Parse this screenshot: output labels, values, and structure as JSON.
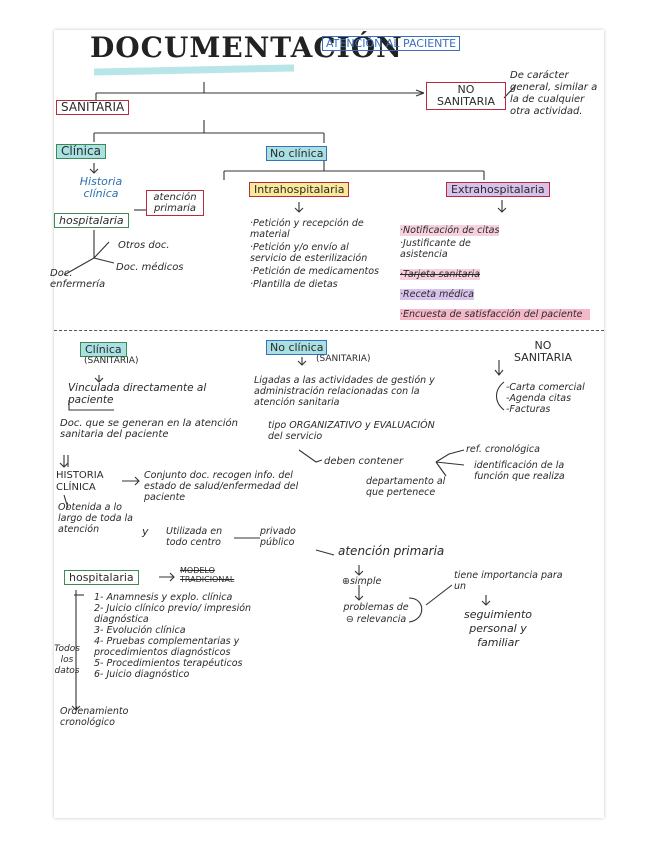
{
  "title": "DOCUMENTACIÓN",
  "subtitle": "ATENCIÓN AL PACIENTE",
  "top": {
    "sanitaria": "SANITARIA",
    "no_sanitaria": "NO SANITARIA",
    "no_sanitaria_desc": "De carácter general, similar a la de cualquier otra actividad.",
    "clinica": "Clínica",
    "no_clinica": "No clínica",
    "historia_clinica": "Historia clínica",
    "atencion_primaria": "atención primaria",
    "hospitalaria": "hospitalaria",
    "otros_doc": "Otros doc.",
    "doc_medicos": "Doc. médicos",
    "doc_enfermeria": "Doc. enfermería",
    "intrahospitalaria": "Intrahospitalaria",
    "intra_items": [
      "·Petición y recepción de material",
      "·Petición y/o envío al servicio de esterilización",
      "·Petición de medicamentos",
      "·Plantilla de dietas"
    ],
    "extrahospitalaria": "Extrahospitalaria",
    "extra_items": [
      "·Notificación de citas",
      "·Justificante de asistencia",
      "·Tarjeta sanitaria",
      "·Receta médica",
      "·Encuesta de satisfacción del paciente"
    ]
  },
  "bottom": {
    "clinica": "Clínica",
    "clinica_tag": "(SANITARIA)",
    "vinculada": "Vinculada directamente al paciente",
    "doc_que": "Doc. que se generan en la atención sanitaria del paciente",
    "historia": "HISTORIA CLÍNICA",
    "conjunto": "Conjunto doc. recogen info. del estado de salud/enfermedad del paciente",
    "obtenida": "Obtenida a lo largo de toda la atención",
    "y": "y",
    "utilizada": "Utilizada en todo centro",
    "privado_publico": "privado público",
    "hospitalaria": "hospitalaria",
    "modelo": "MODELO TRADICIONAL",
    "hosp_items": [
      "1- Anamnesis y explo. clínica",
      "2- Juicio clínico previo/ impresión diagnóstica",
      "3- Evolución clínica",
      "4- Pruebas complementarias y procedimientos diagnósticos",
      "5- Procedimientos terapéuticos",
      "6- Juicio diagnóstico"
    ],
    "todos_datos": "Todos los datos",
    "ordenamiento": "Ordenamiento cronológico",
    "no_clinica": "No clínica",
    "no_clinica_tag": "(SANITARIA)",
    "ligadas": "Ligadas a las actividades de gestión y administración relacionadas con la atención sanitaria",
    "tipo": "tipo ORGANIZATIVO y EVALUACIÓN del servicio",
    "deben": "deben contener",
    "ref_crono": "ref. cronológica",
    "identificacion": "identificación de la función que realiza",
    "departamento": "departamento al que pertenece",
    "atencion_primaria": "atención primaria",
    "simple": "⊕simple",
    "problemas": "problemas de ⊖ relevancia",
    "tiene": "tiene importancia para un",
    "seguimiento": "seguimiento personal y familiar",
    "no_sanitaria": "NO SANITARIA",
    "no_sanit_items": [
      "-Carta comercial",
      "-Agenda citas",
      "-Facturas"
    ]
  }
}
